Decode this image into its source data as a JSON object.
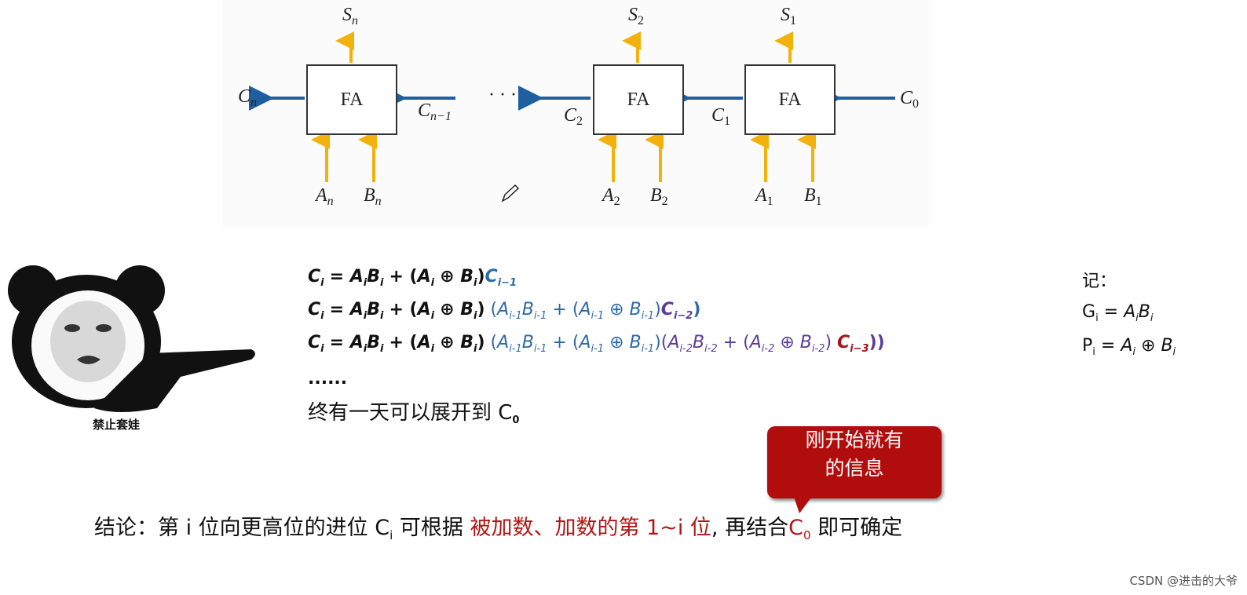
{
  "diagram": {
    "fa_label": "FA",
    "ellipsis": "· · ·",
    "sum_labels": [
      "S",
      "n",
      "S",
      "2",
      "S",
      "1"
    ],
    "carry_labels": {
      "cn": [
        "C",
        "n"
      ],
      "cn1": [
        "C",
        "n−1"
      ],
      "c2": [
        "C",
        "2"
      ],
      "c1": [
        "C",
        "1"
      ],
      "c0": [
        "C",
        "0"
      ]
    },
    "input_labels": {
      "an": [
        "A",
        "n"
      ],
      "bn": [
        "B",
        "n"
      ],
      "a2": [
        "A",
        "2"
      ],
      "b2": [
        "B",
        "2"
      ],
      "a1": [
        "A",
        "1"
      ],
      "b1": [
        "B",
        "1"
      ]
    },
    "colors": {
      "carry_arrow": "#1f5fa0",
      "input_arrow": "#f2b10c"
    }
  },
  "equations": {
    "dots": "......",
    "expand_text": "终有一天可以展开到 C",
    "expand_sub": "0"
  },
  "note": {
    "title": "记：",
    "g_text": "G",
    "p_text": "P"
  },
  "meme": {
    "caption": "禁止套娃"
  },
  "callout": {
    "line1": "刚开始就有",
    "line2": "的信息"
  },
  "conclusion": {
    "prefix": "结论：第 i 位向更高位的进位 C",
    "sub_i": "i",
    "mid": " 可根据 ",
    "highlight": "被加数、加数的第 1~i 位",
    "after": ", 再结合",
    "c0": "C",
    "c0_sub": "0",
    "suffix": " 即可确定"
  },
  "watermark": "CSDN @进击的大爷"
}
